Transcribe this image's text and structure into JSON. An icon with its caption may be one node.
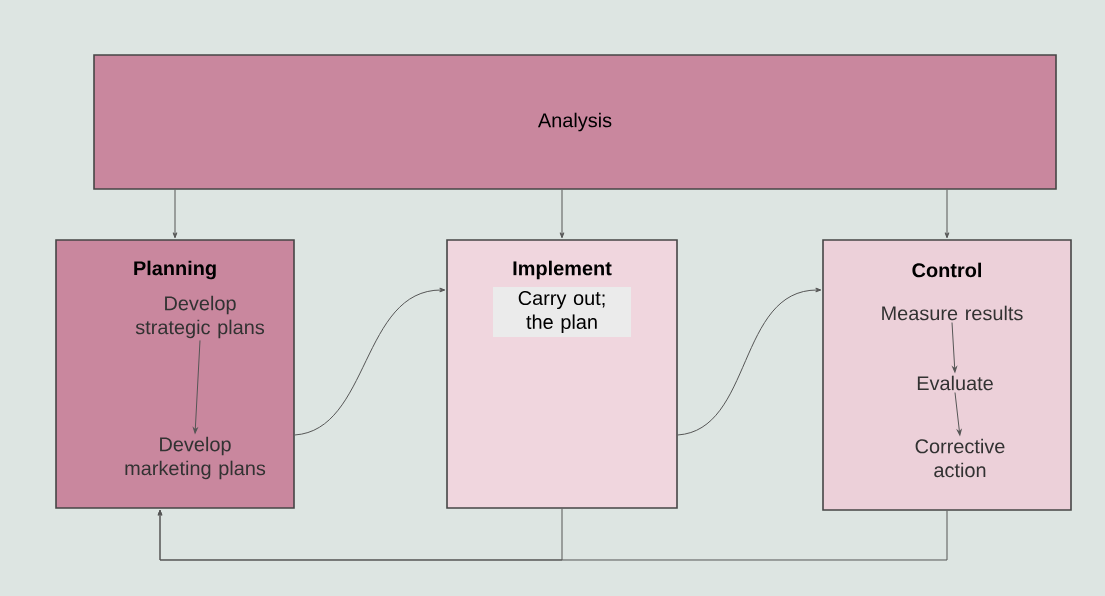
{
  "diagram": {
    "nodes": [
      {
        "text": [
          "Analysis"
        ]
      },
      {
        "text": [
          "Planning"
        ]
      },
      {
        "text": [
          "Develop strategic plans"
        ],
        "in": 1
      },
      {
        "text": [
          "Develop marketing plans"
        ],
        "in": 1
      },
      {
        "text": [
          "Implement",
          "Carry out; the plan"
        ]
      },
      {
        "text": [
          "Control"
        ]
      },
      {
        "text": [
          "Measure results"
        ],
        "in": 5
      },
      {
        "text": [
          "Evaluate"
        ],
        "in": 5
      },
      {
        "text": [
          "Corrective action"
        ],
        "in": 5
      }
    ],
    "edges": [
      {
        "from": 0,
        "to": 1,
        "arrow": "to"
      },
      {
        "from": 0,
        "to": 4,
        "arrow": "to"
      },
      {
        "from": 0,
        "to": 5,
        "arrow": "to"
      },
      {
        "from": 2,
        "to": 3,
        "arrow": "to"
      },
      {
        "from": 1,
        "to": 4,
        "arrow": "to"
      },
      {
        "from": 4,
        "to": 5,
        "arrow": "to"
      },
      {
        "from": 6,
        "to": 7,
        "arrow": "to"
      },
      {
        "from": 7,
        "to": 8,
        "arrow": "to"
      },
      {
        "from": 4,
        "to": 1,
        "arrow": "to"
      },
      {
        "from": 5,
        "to": 1,
        "arrow": "to"
      }
    ]
  }
}
